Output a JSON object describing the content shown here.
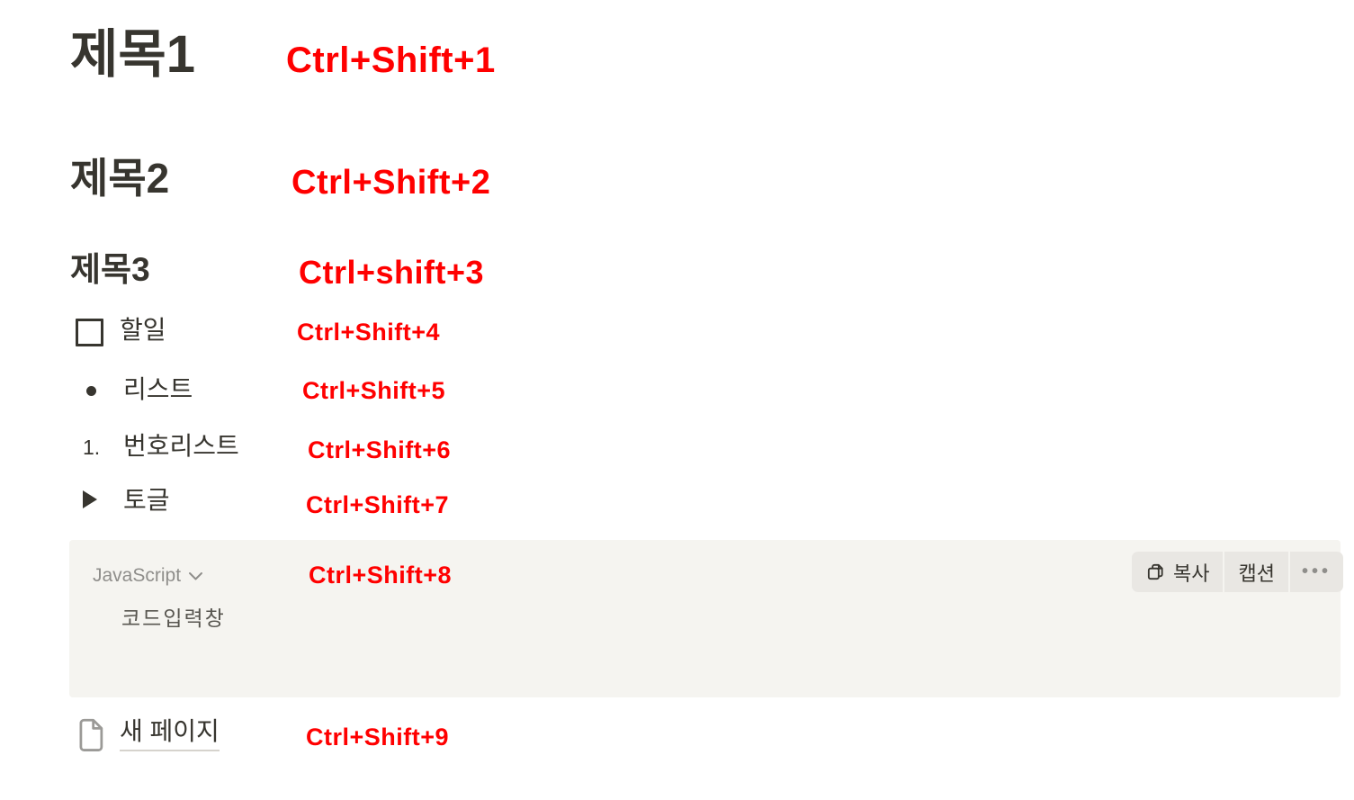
{
  "theme": {
    "text_color": "#37352f",
    "accent_red": "#ff0000",
    "muted_gray": "#8f8e8b",
    "icon_gray": "#9b9a97",
    "code_bg": "#f5f4f0",
    "chip_bg": "#e9e7e3",
    "underline_gray": "#d6d3cd",
    "placeholder_color": "#57554f"
  },
  "blocks": {
    "heading1": {
      "label": "제목1",
      "shortcut": "Ctrl+Shift+1"
    },
    "heading2": {
      "label": "제목2",
      "shortcut": "Ctrl+Shift+2"
    },
    "heading3": {
      "label": "제목3",
      "shortcut": "Ctrl+shift+3"
    },
    "todo": {
      "label": "할일",
      "shortcut": "Ctrl+Shift+4"
    },
    "bulleted_list": {
      "label": "리스트",
      "shortcut": "Ctrl+Shift+5"
    },
    "numbered_list": {
      "marker": "1.",
      "label": "번호리스트",
      "shortcut": "Ctrl+Shift+6"
    },
    "toggle": {
      "label": "토글",
      "shortcut": "Ctrl+Shift+7"
    },
    "code": {
      "language": "JavaScript",
      "shortcut": "Ctrl+Shift+8",
      "placeholder": "코드입력창",
      "copy_label": "복사",
      "caption_label": "캡션",
      "more_label": "•••"
    },
    "new_page": {
      "label": "새 페이지",
      "shortcut": "Ctrl+Shift+9"
    }
  }
}
